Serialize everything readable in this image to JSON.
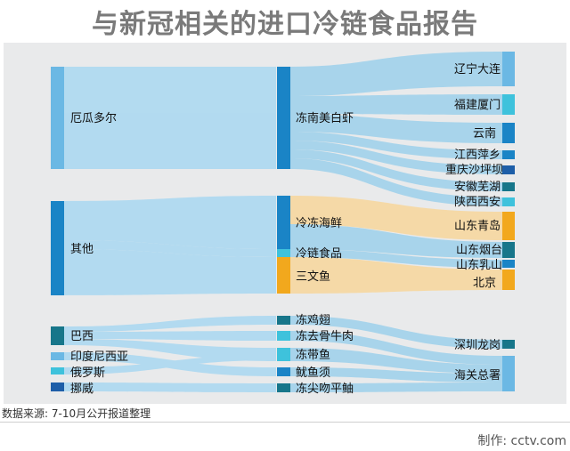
{
  "title": "与新冠相关的进口冷链食品报告",
  "source": "数据来源: 7-10月公开报道整理",
  "credit": "制作: cctv.com",
  "sources": [
    {
      "key": "ecuador",
      "label": "厄瓜多尔"
    },
    {
      "key": "other",
      "label": "其他"
    },
    {
      "key": "brazil",
      "label": "巴西"
    },
    {
      "key": "indonesia",
      "label": "印度尼西亚"
    },
    {
      "key": "russia",
      "label": "俄罗斯"
    },
    {
      "key": "norway",
      "label": "挪威"
    }
  ],
  "products": [
    {
      "key": "shrimp",
      "label": "冻南美白虾"
    },
    {
      "key": "frozen_seafood",
      "label": "冷冻海鲜"
    },
    {
      "key": "cold_chain",
      "label": "冷链食品"
    },
    {
      "key": "salmon",
      "label": "三文鱼"
    },
    {
      "key": "chicken_wings",
      "label": "冻鸡翅"
    },
    {
      "key": "beef_bone",
      "label": "冻去骨牛肉"
    },
    {
      "key": "hairtail",
      "label": "冻带鱼"
    },
    {
      "key": "squid",
      "label": "鱿鱼须"
    },
    {
      "key": "pomfret",
      "label": "冻尖吻平鲉"
    }
  ],
  "destinations": [
    {
      "key": "liaoning_dalian",
      "label": "辽宁大连"
    },
    {
      "key": "fujian_xiamen",
      "label": "福建厦门"
    },
    {
      "key": "yunnan",
      "label": "云南"
    },
    {
      "key": "jiangxi_pingxiang",
      "label": "江西萍乡"
    },
    {
      "key": "chongqing_shapingba",
      "label": "重庆沙坪坝"
    },
    {
      "key": "anhui_wuhu",
      "label": "安徽芜湖"
    },
    {
      "key": "shaanxi_xian",
      "label": "陕西西安"
    },
    {
      "key": "shandong_qingdao",
      "label": "山东青岛"
    },
    {
      "key": "shandong_yantai",
      "label": "山东烟台"
    },
    {
      "key": "shandong_rushan",
      "label": "山东乳山"
    },
    {
      "key": "beijing",
      "label": "北京"
    },
    {
      "key": "shenzhen_longgang",
      "label": "深圳龙岗"
    },
    {
      "key": "customs",
      "label": "海关总署"
    }
  ],
  "colors": {
    "source_light": "#6bb8e4",
    "source_mid": "#1a84c6",
    "source_teal": "#17768a",
    "flow_blue": "#9dd1ec",
    "flow_orange": "#f8d79c",
    "node_orange": "#f2a81d",
    "node_dark": "#1d5ea8",
    "node_cyan": "#3ec2dc"
  }
}
